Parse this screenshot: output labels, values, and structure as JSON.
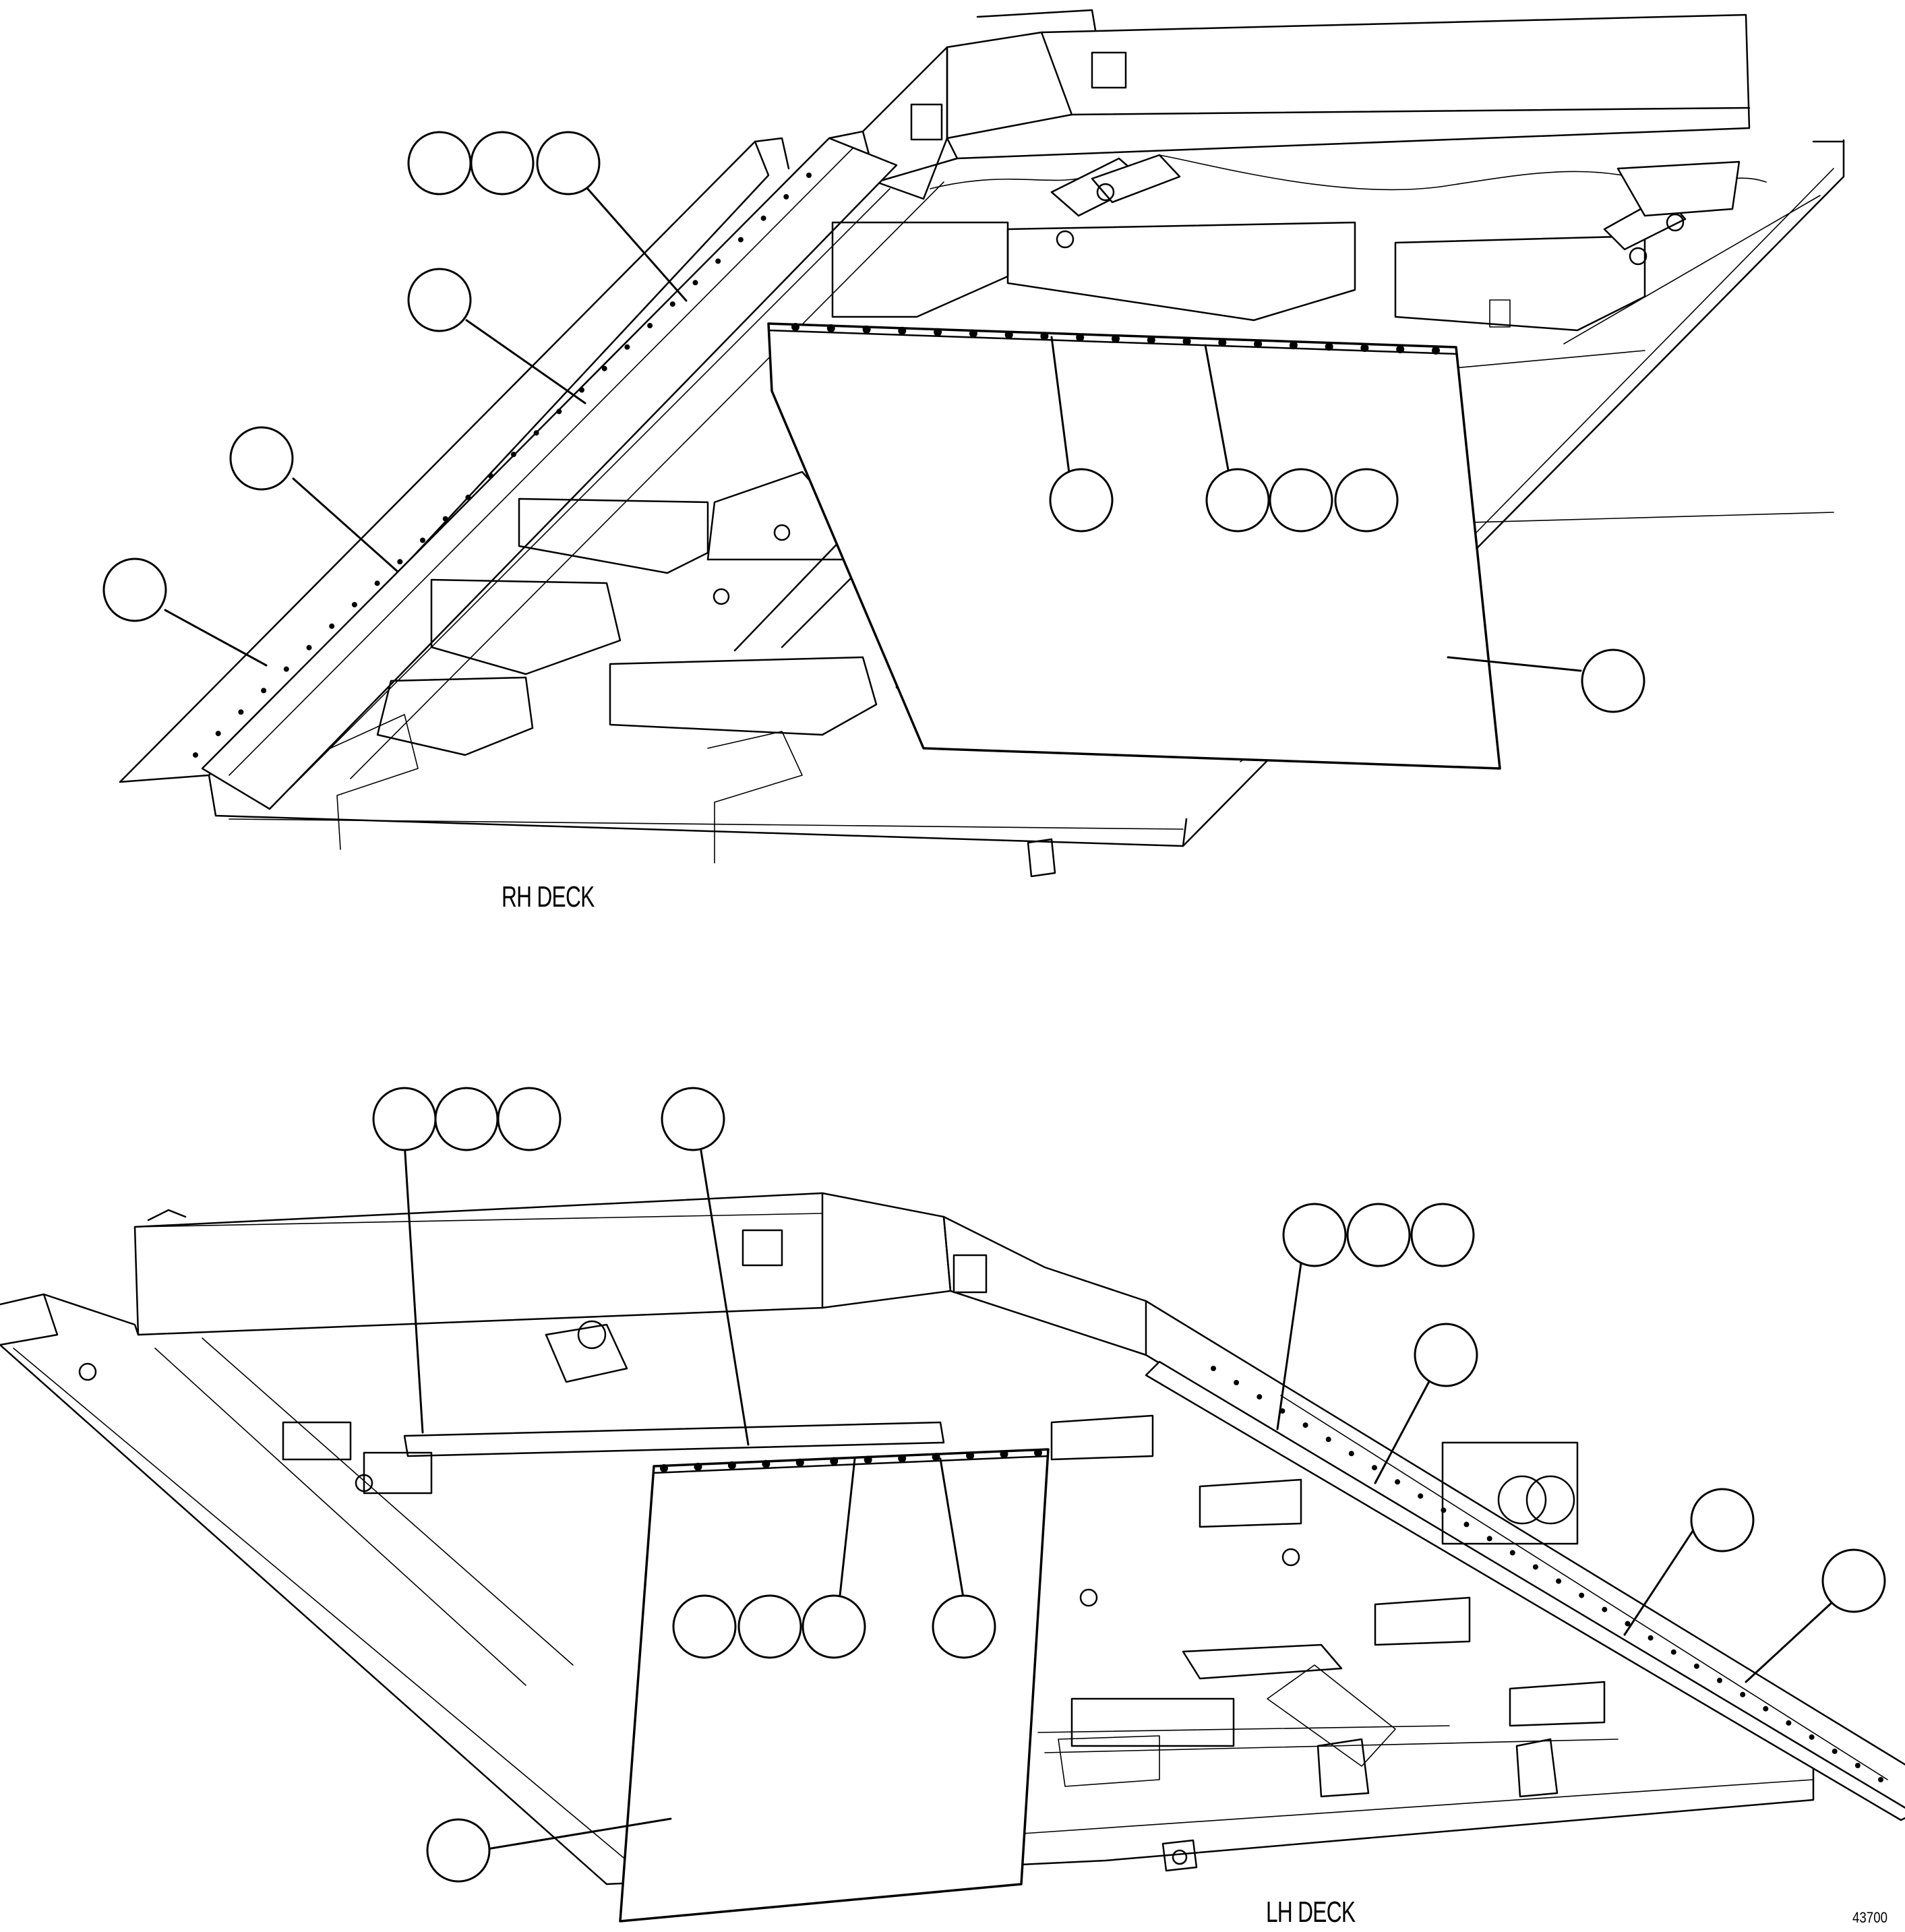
{
  "figure": {
    "views": [
      {
        "caption": "RH DECK"
      },
      {
        "caption": "LH DECK"
      }
    ],
    "figure_number": "43700"
  },
  "colors": {
    "line": "#000000",
    "background": "#ffffff"
  }
}
